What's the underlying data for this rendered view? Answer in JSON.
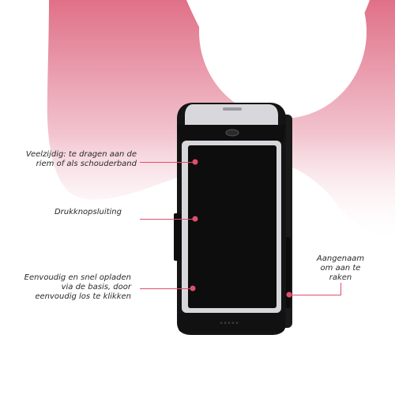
{
  "callouts": {
    "versatile": "Veelzijdig: te dragen aan de riem of als schouderband",
    "clasp": "Drukknopsluiting",
    "charging": "Eenvoudig en snel opladen via de basis, door eenvoudig los te klikken",
    "comfort": "Aangenaam om aan te raken"
  },
  "colors": {
    "accent": "#e14e6c",
    "backdrop_top": "#e07088",
    "backdrop_bottom": "#f7dfe5",
    "case": "#121212",
    "device": "#d9d9dd"
  },
  "icons": {
    "case": "phone-case-image",
    "connector": "callout-dot-icon"
  }
}
